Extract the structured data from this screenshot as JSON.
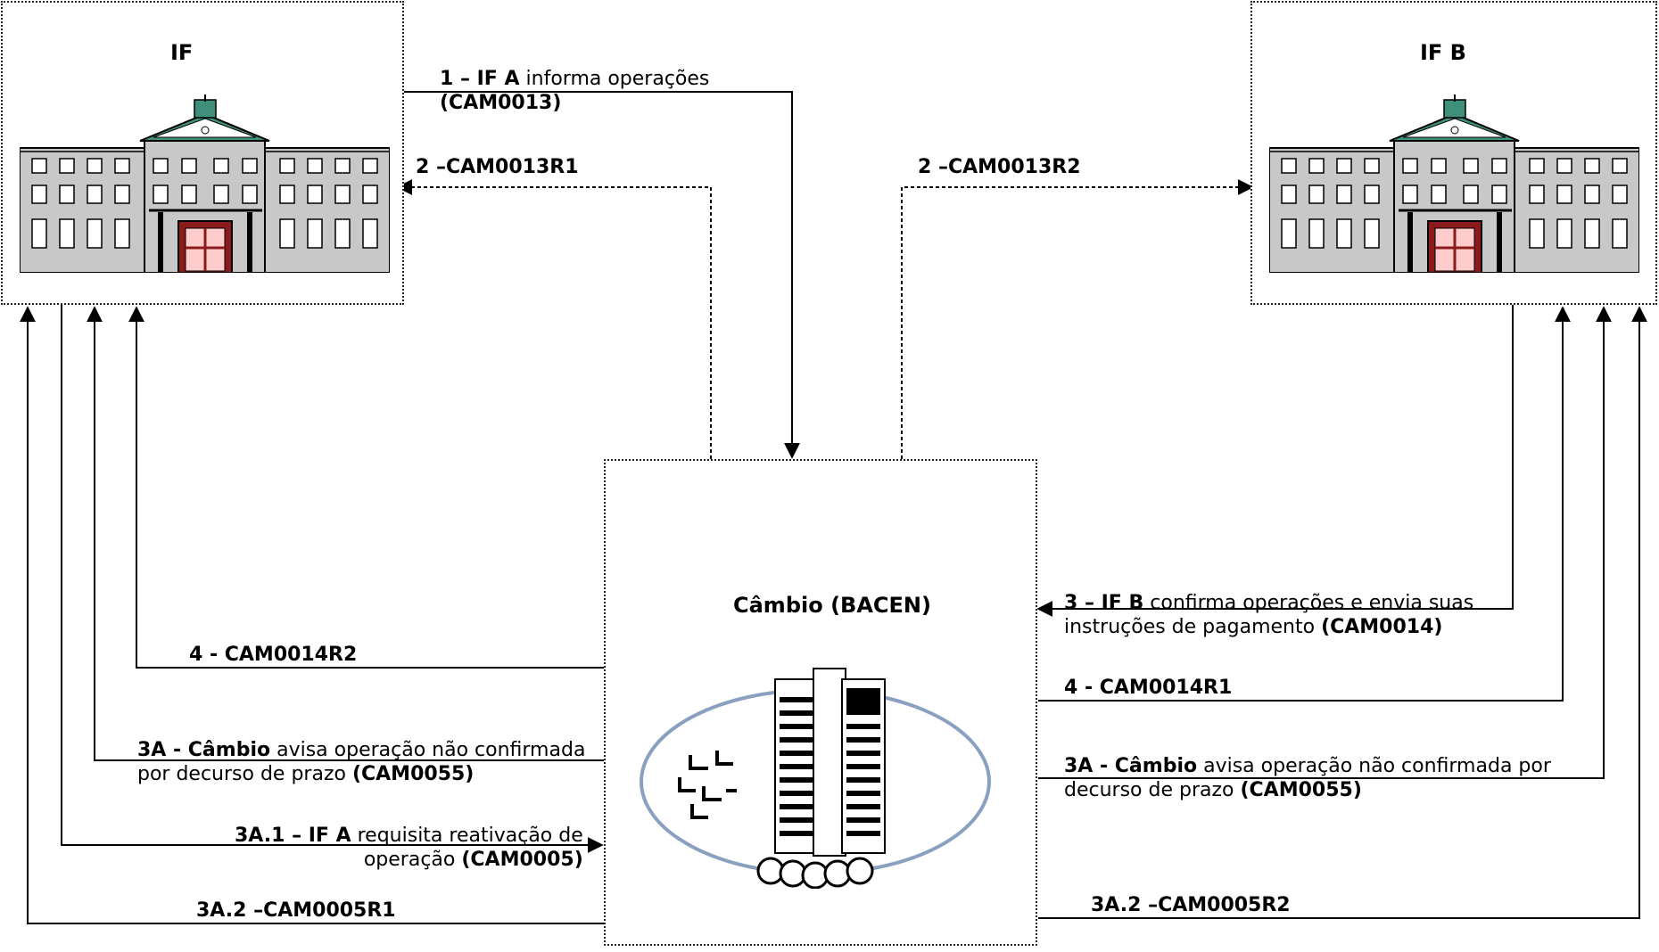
{
  "nodes": {
    "if_a": {
      "title": "IF"
    },
    "if_b": {
      "title": "IF B"
    },
    "cambio": {
      "title": "Câmbio (BACEN)"
    }
  },
  "messages": {
    "m1": {
      "bold1": "1 – IF A",
      "text1": " informa operações",
      "bold2": "(CAM0013)"
    },
    "m2_r1": {
      "bold1": "2 –CAM0013R1"
    },
    "m2_r2": {
      "bold1": "2 –CAM0013R2"
    },
    "m3": {
      "bold1": "3 – IF B",
      "text1": " confirma operações e envia suas",
      "text2": " instruções de pagamento ",
      "bold2": "(CAM0014)"
    },
    "m4_r2": {
      "bold1": "4 - CAM0014R2"
    },
    "m4_r1": {
      "bold1": "4 - CAM0014R1"
    },
    "m3a_left": {
      "bold1": "3A -  Câmbio",
      "text1": " avisa operação não confirmada",
      "text2": " por decurso de prazo ",
      "bold2": "(CAM0055)"
    },
    "m3a_right": {
      "bold1": "3A - Câmbio",
      "text1": " avisa operação não confirmada por",
      "text2": "decurso de prazo ",
      "bold2": "(CAM0055)"
    },
    "m3a1": {
      "bold1": "3A.1 – IF A",
      "text1": " requisita reativação de",
      "text2": "operação ",
      "bold2": "(CAM0005)"
    },
    "m3a2_r1": {
      "bold1": "3A.2 –CAM0005R1"
    },
    "m3a2_r2": {
      "bold1": "3A.2 –CAM0005R2"
    }
  },
  "icons": {
    "building": "bank-building-icon",
    "bacen": "bacen-headquarters-icon"
  },
  "colors": {
    "line": "#000000",
    "building_fill": "#c8c8c8",
    "door": "#8b1a1a",
    "roof": "#3f8f7a",
    "ellipse_stroke": "#8aa0c0"
  }
}
